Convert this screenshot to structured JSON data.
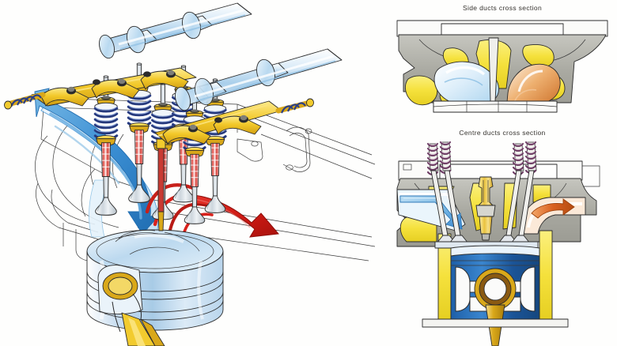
{
  "figure": {
    "kind": "technical-cutaway-illustration",
    "subject": "Four-valve DOHC petrol engine cylinder head — gas flow cutaway",
    "background_color": "#fefefd"
  },
  "panels": {
    "main": {
      "name": "Main cutaway perspective view",
      "components": [
        "intake-camshaft",
        "exhaust-camshaft",
        "rocker-arms",
        "rocker-shaft",
        "valve-springs",
        "valve-stems",
        "valve-heads",
        "intake-port",
        "exhaust-port",
        "cylinder-head-casting",
        "piston",
        "piston-rings",
        "gudgeon-pin",
        "connecting-rod",
        "spark-plug"
      ],
      "flow_arrows": [
        {
          "label": "intake-air-flow",
          "color": "#3b8fd4",
          "direction": "down-right"
        },
        {
          "label": "exhaust-gas-flow",
          "color": "#d8221c",
          "direction": "down-right"
        }
      ]
    },
    "top_right": {
      "caption": "Side ducts cross section",
      "components": [
        "cylinder-head-casting",
        "coolant-jacket",
        "intake-duct",
        "exhaust-duct",
        "valve-seat"
      ]
    },
    "bottom_right": {
      "caption": "Centre ducts cross section",
      "components": [
        "cylinder-head-casting",
        "coolant-jacket",
        "intake-duct",
        "exhaust-duct",
        "spark-plug",
        "valve-springs",
        "valves",
        "piston",
        "cylinder-bore",
        "connecting-rod",
        "gudgeon-pin"
      ],
      "flow_arrows": [
        {
          "label": "intake-air-flow",
          "color": "#4a9ad8",
          "direction": "down-right"
        },
        {
          "label": "exhaust-gas-flow",
          "color": "#d9601f",
          "direction": "right"
        }
      ]
    }
  },
  "palette": {
    "outline": "#2b2b2b",
    "camshaft_blue": "#cfe4f5",
    "camshaft_blue_dark": "#a8cde8",
    "rocker_gold": "#f2cb2e",
    "rocker_gold_dark": "#d9a81a",
    "spring_blue": "#3f4fa0",
    "valve_red": "#e0443c",
    "valve_steel": "#d7dde2",
    "piston_blue": "#cfe2f2",
    "coolant_yellow": "#f5e13c",
    "metal_gray": "#a9a9a0",
    "metal_gray_light": "#c9c9c2",
    "intake_blue": "#4a9ad8",
    "intake_blue_pale": "#d9ecf8",
    "exhaust_orange": "#d9601f",
    "exhaust_orange_pale": "#f6dcc6",
    "exhaust_red": "#d8221c",
    "bore_blue": "#1c5ea8",
    "rod_gold": "#d9a81a",
    "paper_white": "#fefefd"
  }
}
